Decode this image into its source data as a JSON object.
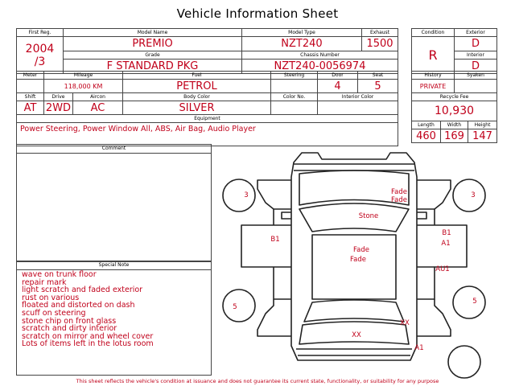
{
  "title": "Vehicle Information Sheet",
  "top": {
    "first_reg_label": "First Reg.",
    "first_reg_line1": "2004",
    "first_reg_line2": "/3",
    "model_name_label": "Model Name",
    "model_name": "PREMIO",
    "model_type_label": "Model Type",
    "model_type": "NZT240",
    "exhaust_label": "Exhaust",
    "exhaust": "1500",
    "grade_label": "Grade",
    "grade": "F STANDARD PKG",
    "chassis_label": "Chassis Number",
    "chassis": "NZT240-0056974"
  },
  "condition": {
    "condition_label": "Condition",
    "condition": "R",
    "exterior_label": "Exterior",
    "exterior": "D",
    "interior_label": "Interior",
    "interior": "D"
  },
  "middle": {
    "meter_label": "Meter",
    "mileage_label": "Mileage",
    "mileage": "118,000 KM",
    "fuel_label": "Fuel",
    "fuel": "PETROL",
    "steering_label": "Steering",
    "steering": "",
    "door_label": "Door",
    "door": "4",
    "seat_label": "Seat",
    "seat": "5",
    "history_label": "History",
    "history": "PRIVATE",
    "syaken_label": "Syaken",
    "syaken": "",
    "shift_label": "Shift",
    "shift": "AT",
    "drive_label": "Drive",
    "drive": "2WD",
    "aircon_label": "Aircon",
    "aircon": "AC",
    "body_color_label": "Body Color",
    "body_color": "SILVER",
    "color_no_label": "Color No.",
    "color_no": "",
    "interior_color_label": "Interior Color",
    "interior_color": "",
    "recycle_fee_label": "Recycle Fee",
    "recycle_fee": "10,930",
    "equipment_label": "Equipment",
    "equipment": "Power Steering, Power Window  All, ABS, Air Bag, Audio Player",
    "length_label": "Length",
    "length": "460",
    "width_label": "Width",
    "width": "169",
    "height_label": "Height",
    "height": "147"
  },
  "comment": {
    "label": "Comment",
    "text": ""
  },
  "special_note": {
    "label": "Special Note",
    "items": [
      "wave on trunk floor",
      "repair mark",
      "light scratch and faded exterior",
      "rust on various",
      "floated and distorted on dash",
      "scuff on steering",
      "stone chip on front glass",
      "scratch and dirty interior",
      "scratch on mirror and wheel cover",
      "Lots of items left in the lotus room"
    ]
  },
  "diagram_marks": {
    "wheel_front_left": "3",
    "wheel_front_right": "3",
    "wheel_rear_left": "5",
    "wheel_rear_right": "5",
    "hood_1": "Fade",
    "hood_2": "Fade",
    "windshield": "Stone",
    "left_front_door": "B1",
    "right_front_door_1": "B1",
    "right_front_door_2": "A1",
    "roof_1": "Fade",
    "roof_2": "Fade",
    "right_rear_door": "AU1",
    "trunk_xx_1": "XX",
    "trunk_xx_2": "XX",
    "rear_bumper": "A1"
  },
  "footer": "This sheet reflects the vehicle's condition at issuance and does not guarantee its current state, functionality, or suitability for any purpose",
  "colors": {
    "value_red": "#c0001a",
    "line": "#444444"
  }
}
